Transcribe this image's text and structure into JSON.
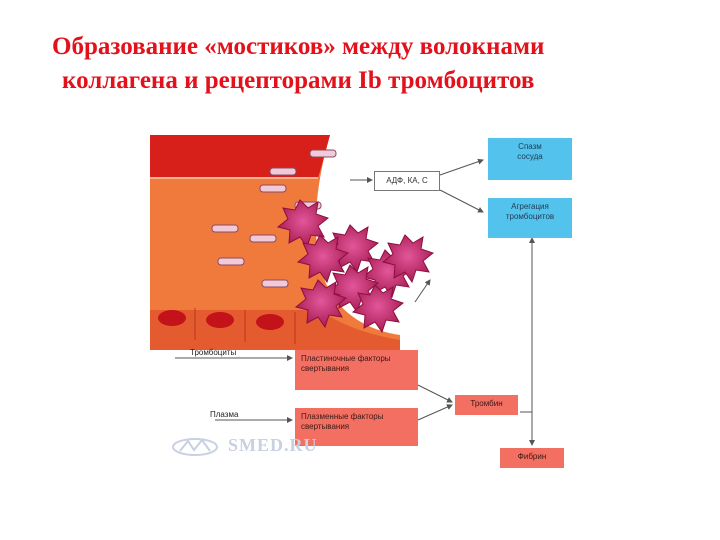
{
  "title": {
    "line1": "Образование «мостиков» между волокнами",
    "line2": "коллагена и рецепторами Ib тромбоцитов"
  },
  "diagram": {
    "adp_label": "АДФ, КА, С",
    "spasm": [
      "Спазм",
      "сосуда"
    ],
    "aggregation": [
      "Агрегация",
      "тромбоцитов"
    ],
    "platelet_factors": [
      "Пластиночные факторы",
      "свертывания"
    ],
    "plasma_factors": [
      "Плазменные факторы",
      "свертывания"
    ],
    "thrombin": "Тромбин",
    "fibrin": "Фибрин",
    "label_platelets": "Тромбоциты",
    "label_plasma": "Плазма",
    "watermark": "SMED.RU"
  },
  "colors": {
    "title": "#e3111b",
    "vessel_wall": "#f07a3c",
    "vessel_dark": "#d8201a",
    "platelet": "#c0205f",
    "blue_box": "#53c3ee",
    "pink_box": "#f36f62"
  }
}
